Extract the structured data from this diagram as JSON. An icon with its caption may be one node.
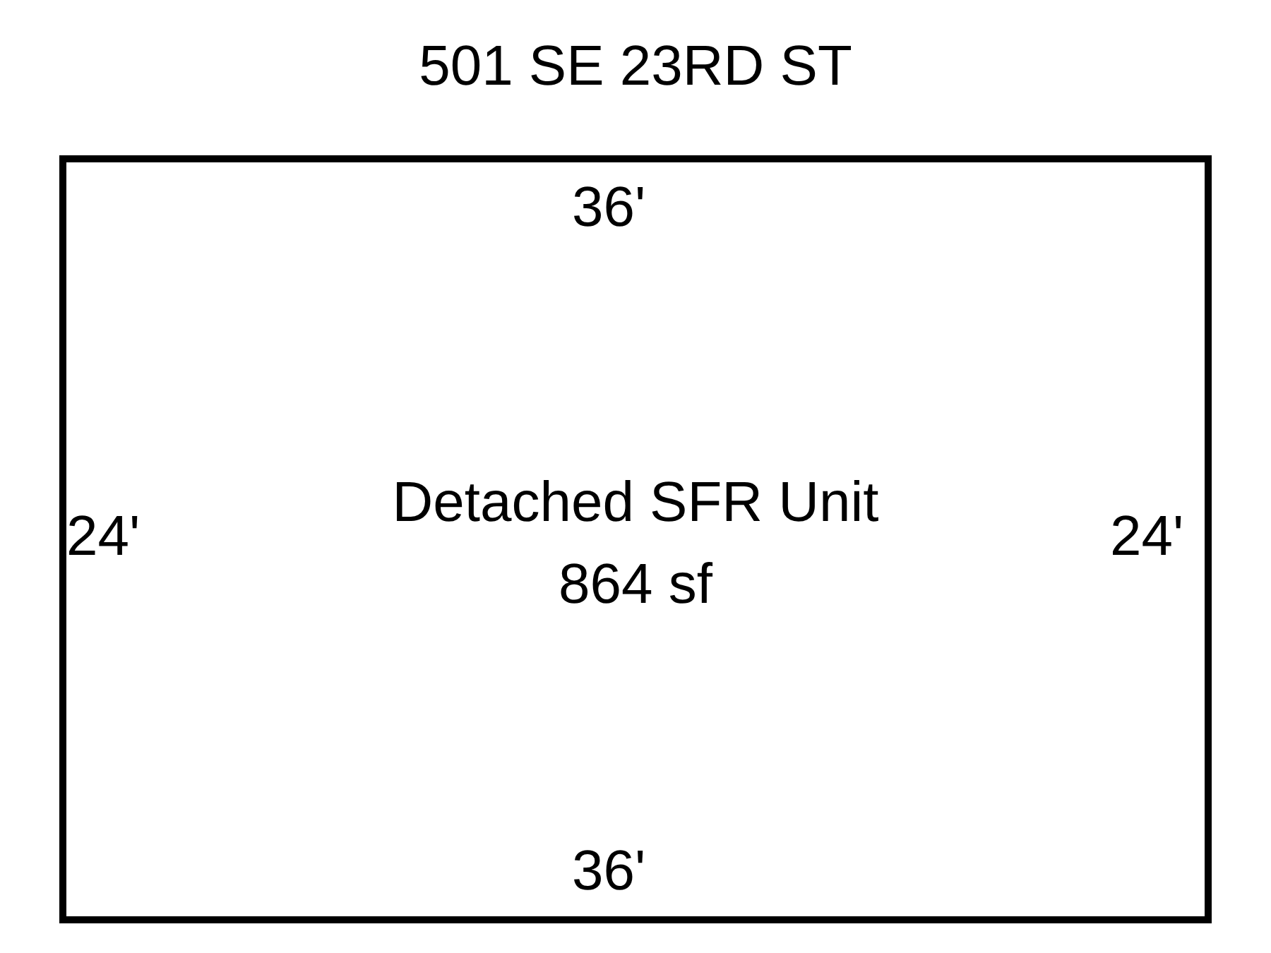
{
  "diagram": {
    "title": "501 SE 23RD ST",
    "nodes": [
      {
        "text": [
          "Detached SFR Unit 864 sf"
        ]
      }
    ],
    "labels": [
      "36'",
      "24'",
      "24'",
      "36'"
    ]
  }
}
